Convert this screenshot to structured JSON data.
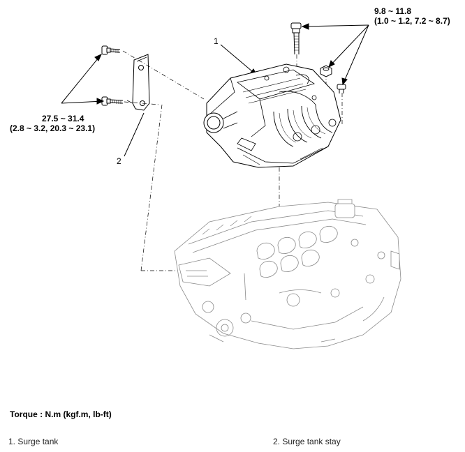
{
  "labels": {
    "torque_a_value": "27.5 ~ 31.4",
    "torque_a_detail": "(2.8 ~ 3.2, 20.3 ~ 23.1)",
    "torque_b_value": "9.8 ~ 11.8",
    "torque_b_detail": "(1.0 ~ 1.2, 7.2 ~ 8.7)",
    "callout_1": "1",
    "callout_2": "2"
  },
  "torque_title": "Torque : N.m (kgf.m, lb-ft)",
  "legend": [
    {
      "label": "1. Surge tank"
    },
    {
      "label": "2. Surge tank stay"
    }
  ]
}
